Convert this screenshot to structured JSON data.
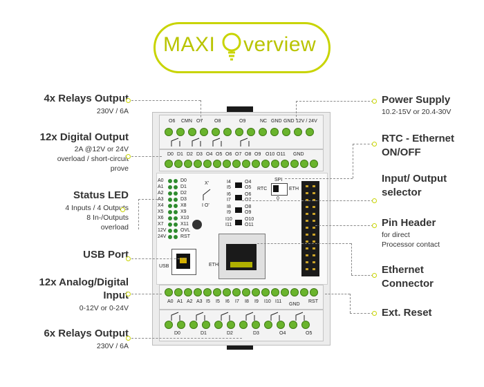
{
  "title": {
    "left": "MAXI",
    "right": "verview"
  },
  "labels": {
    "relays_top": {
      "title": "4x Relays Output",
      "sub": "230V / 6A"
    },
    "digital_out": {
      "title": "12x Digital Output",
      "sub1": "2A @12V or 24V",
      "sub2": "overload / short-circuit",
      "sub3": "prove"
    },
    "status_led": {
      "title": "Status LED",
      "sub1": "4 Inputs / 4 Outputs",
      "sub2": "8 In-/Outputs",
      "sub3": "overload"
    },
    "usb": {
      "title": "USB Port"
    },
    "analog": {
      "title1": "12x Analog/Digital",
      "title2": "Input",
      "sub": "0-12V or 0-24V"
    },
    "relays_bottom": {
      "title": "6x Relays Output",
      "sub": "230V / 6A"
    },
    "power": {
      "title": "Power Supply",
      "sub": "10.2-15V or 20.4-30V"
    },
    "rtc": {
      "title1": "RTC - Ethernet",
      "title2": "ON/OFF"
    },
    "io_select": {
      "title1": "Input/ Output",
      "title2": "selector"
    },
    "pin_header": {
      "title": "Pin Header",
      "sub1": "for direct",
      "sub2": "Processor contact"
    },
    "ethernet": {
      "title1": "Ethernet",
      "title2": "Connector"
    },
    "reset": {
      "title": "Ext. Reset"
    }
  },
  "device": {
    "top_terminals": [
      "O6",
      "CMN",
      "O7",
      "O8",
      "O9",
      "NC",
      "GND",
      "GND",
      "12V / 24V"
    ],
    "digital_terminals": [
      "D0",
      "D1",
      "D2",
      "D3",
      "O4",
      "O5",
      "O6",
      "O7",
      "O8",
      "O9",
      "O10",
      "O11"
    ],
    "gnd_label": "GND",
    "led_left": [
      "A0",
      "A1",
      "A2",
      "A3",
      "X4",
      "X5",
      "X6",
      "X7",
      "12V",
      "24V"
    ],
    "led_right": [
      "D0",
      "D1",
      "D2",
      "D3",
      "X8",
      "X9",
      "X10",
      "X11",
      "OVL",
      "RST"
    ],
    "io_left": [
      "I4",
      "I5",
      "I6",
      "I7",
      "I8",
      "I9",
      "I10",
      "I11"
    ],
    "io_right": [
      "O4",
      "O5",
      "O6",
      "O7",
      "O8",
      "O9",
      "O10",
      "O11"
    ],
    "spi": "SPI",
    "rtc": "RTC",
    "eth": "ETH",
    "zero": "0",
    "xp": "X'",
    "ix": "I  O'",
    "usb": "USB",
    "eth_port": "ETH",
    "analog_terminals": [
      "A0",
      "A1",
      "A2",
      "A3",
      "I5",
      "I5",
      "I6",
      "I7",
      "I8",
      "I9",
      "I10",
      "I11"
    ],
    "gnd2": "GND",
    "rst": "RST",
    "bottom_relays": [
      "D0",
      "D1",
      "D2",
      "D3",
      "O4",
      "O5"
    ]
  },
  "colors": {
    "accent": "#c8d400",
    "terminal": "#6ab42d",
    "led": "#2e8b2e"
  }
}
